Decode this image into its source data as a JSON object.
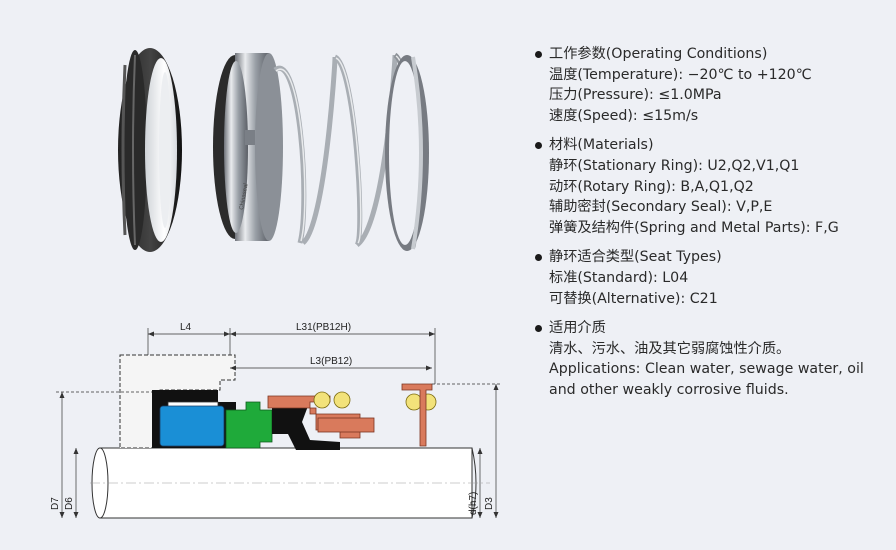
{
  "specs": {
    "operating": {
      "title": "工作参数(Operating Conditions)",
      "lines": [
        "温度(Temperature): −20℃ to +120℃",
        "压力(Pressure): ≤1.0MPa",
        "速度(Speed): ≤15m/s"
      ]
    },
    "materials": {
      "title": "材料(Materials)",
      "lines": [
        "静环(Stationary Ring): U2,Q2,V1,Q1",
        "动环(Rotary Ring): B,A,Q1,Q2",
        "辅助密封(Secondary Seal): V,P,E",
        "弹簧及结构件(Spring and Metal Parts): F,G"
      ]
    },
    "seat": {
      "title": "静环适合类型(Seat Types)",
      "lines": [
        "标准(Standard): L04",
        "可替换(Alternative): C21"
      ]
    },
    "application": {
      "title": "适用介质",
      "lines": [
        "清水、污水、油及其它弱腐蚀性介质。",
        "Applications: Clean water, sewage water, oil and other weakly corrosive fluids."
      ]
    }
  },
  "drawing": {
    "labels": {
      "l4": "L4",
      "l31": "L31(PB12H)",
      "l3": "L3(PB12)",
      "d7": "D7",
      "d6": "D6",
      "dh7": "d(h7)",
      "d3": "D3"
    },
    "colors": {
      "rotary_ring": "#1a8fd6",
      "bellows": "#1faa3a",
      "spring": "#f2e27a",
      "metal_parts": "#d97a5c",
      "elastomer": "#111111"
    }
  },
  "photo": {
    "brand_mark": "Chinaseal"
  }
}
